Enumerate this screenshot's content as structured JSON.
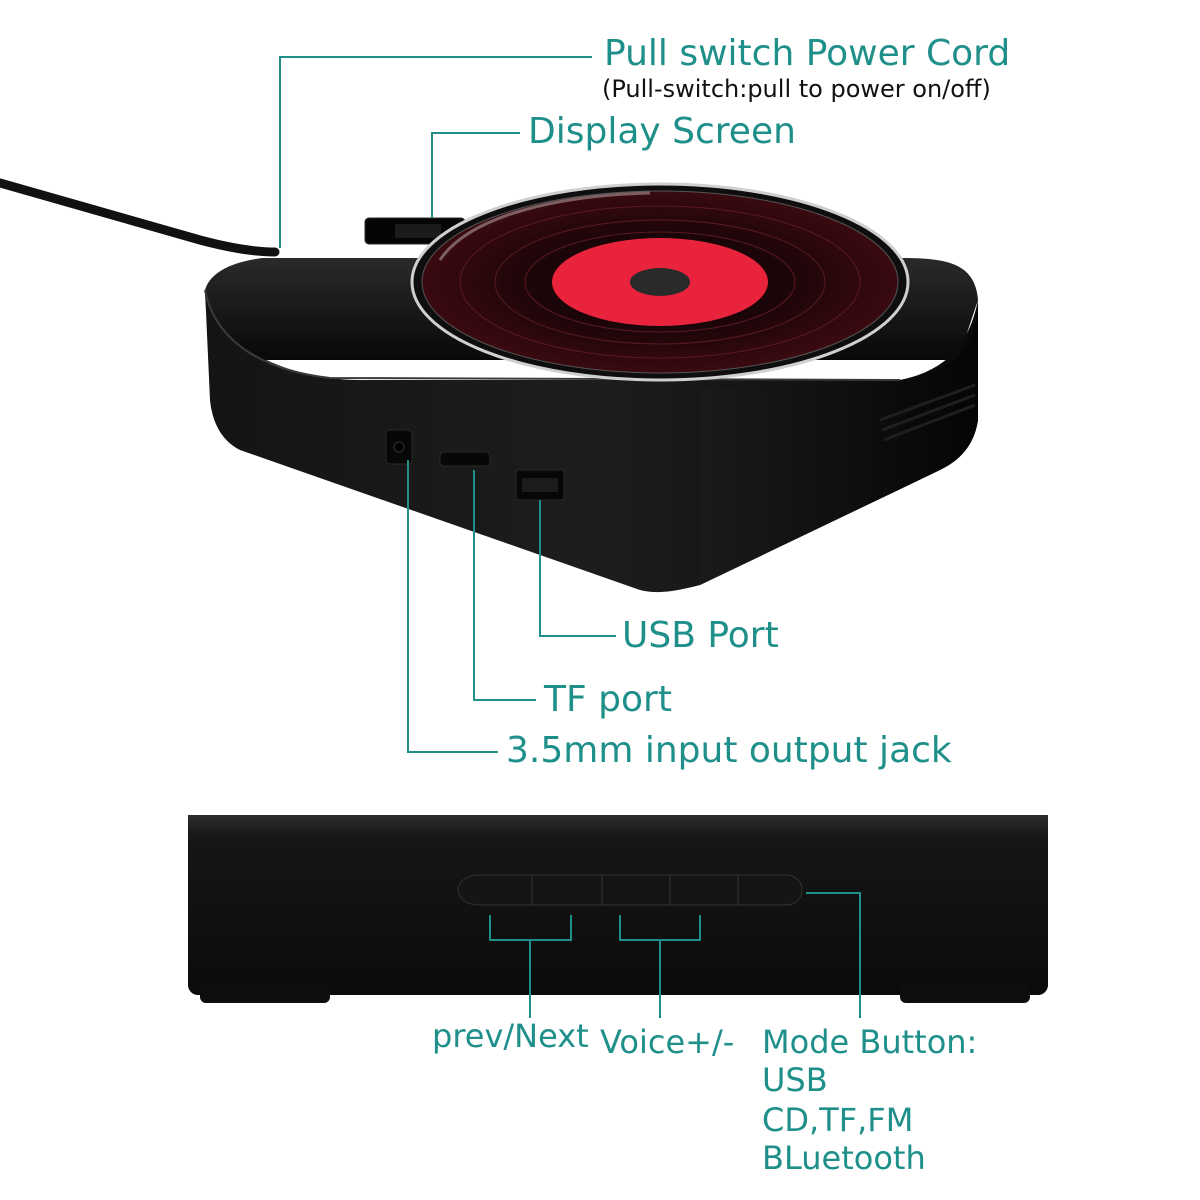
{
  "colors": {
    "teal": "#1f8f8a",
    "label_text": "#1f8f8a",
    "sub_text": "#111111",
    "device_body": "#0d0d0d",
    "disc_red": "#e8233b"
  },
  "callouts": {
    "power_cord": "Pull switch Power Cord",
    "power_cord_note": "(Pull-switch:pull to power on/off)",
    "display_screen": "Display Screen",
    "usb_port": "USB Port",
    "tf_port": "TF port",
    "audio_jack": "3.5mm input output jack",
    "prev_next": "prev/Next",
    "voice": "Voice+/-",
    "mode_button": "Mode Button:",
    "mode_usb": "USB",
    "mode_cd_tf_fm": "CD,TF,FM",
    "mode_bluetooth": "BLuetooth"
  }
}
